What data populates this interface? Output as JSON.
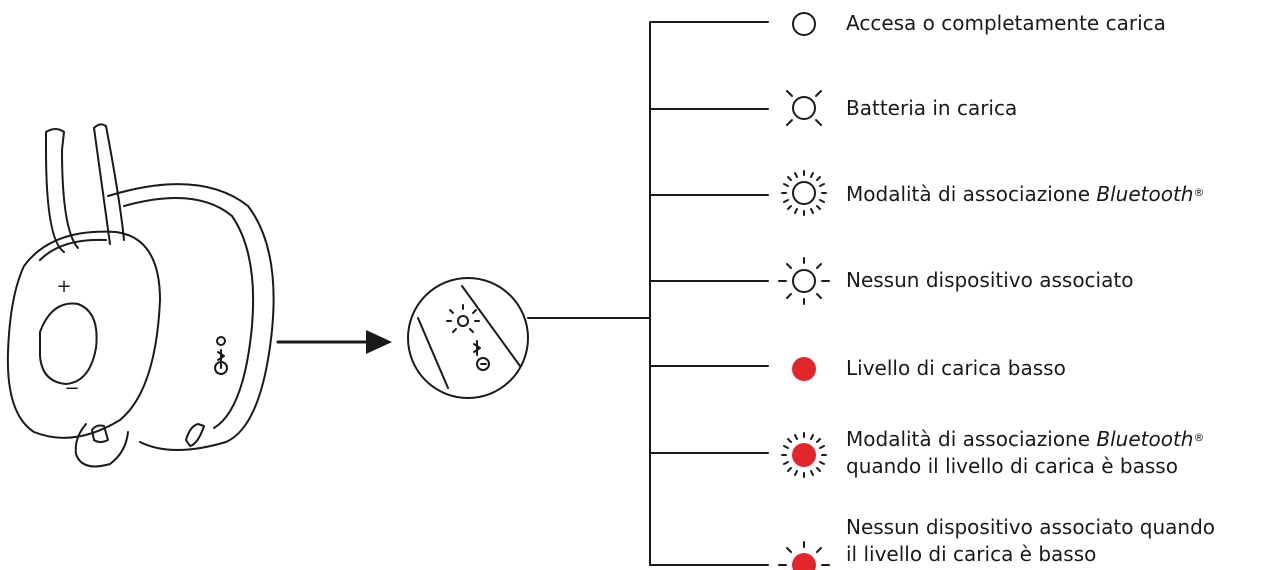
{
  "colors": {
    "stroke": "#1a1a1a",
    "led_low_battery": "#e3262b",
    "background": "#ffffff"
  },
  "device": {
    "plus_label": "+",
    "minus_label": "−"
  },
  "legend": [
    {
      "id": "on",
      "icon": "led-off-icon",
      "line1": "Accesa o completamente carica"
    },
    {
      "id": "charging",
      "icon": "led-slow-pulse-icon",
      "line1": "Batteria in carica"
    },
    {
      "id": "pairing",
      "icon": "led-fast-blink-icon",
      "line1_prefix": "Modalità di associazione ",
      "line1_brand": "Bluetooth",
      "line1_mark": "®"
    },
    {
      "id": "no-device",
      "icon": "led-blink-icon",
      "line1": "Nessun dispositivo associato"
    },
    {
      "id": "low-battery",
      "icon": "led-red-solid-icon",
      "line1": "Livello di carica basso"
    },
    {
      "id": "pairing-low",
      "icon": "led-red-fast-blink-icon",
      "line1_prefix": "Modalità di associazione ",
      "line1_brand": "Bluetooth",
      "line1_mark": "®",
      "line2": "quando il livello di carica è basso"
    },
    {
      "id": "no-device-low",
      "icon": "led-red-blink-icon",
      "line1": "Nessun dispositivo associato quando",
      "line2": "il livello di carica è basso"
    }
  ]
}
